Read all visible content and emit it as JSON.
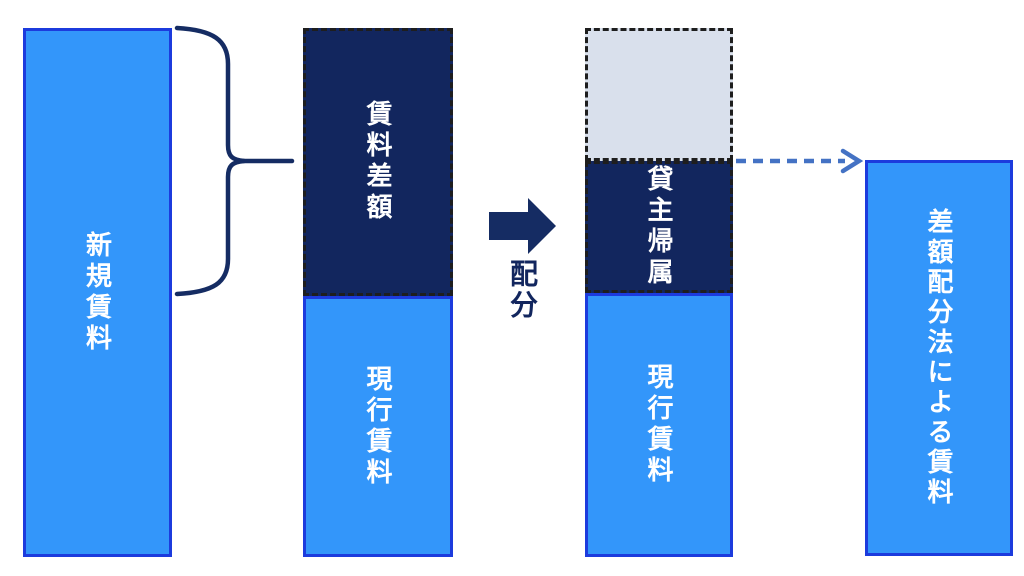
{
  "bars": {
    "new_rent": "新規賃料",
    "rent_difference": "賃料差額",
    "current_rent_left": "現行賃料",
    "lessor_attribution": "貸主帰属",
    "current_rent_right": "現行賃料",
    "result_rent": "差額配分法による賃料"
  },
  "arrow": {
    "label": "配分"
  },
  "colors": {
    "light_blue_fill": "#3396FA",
    "blue_border": "#1C3BDD",
    "navy_fill": "#12265E",
    "gray_fill": "#D9E0EC",
    "dashed_border_black": "#1E1E1E",
    "navy_accent": "#152C63",
    "dashed_arrow_blue": "#4472C4",
    "label_text_white": "#FFFFFF"
  }
}
